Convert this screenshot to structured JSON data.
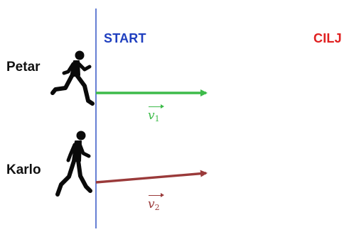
{
  "labels": {
    "start": "START",
    "finish": "CILJ",
    "runner_top": "Petar",
    "runner_bottom": "Karlo",
    "vector_top_symbol": "v",
    "vector_top_subscript": "1",
    "vector_bottom_symbol": "v",
    "vector_bottom_subscript": "2"
  },
  "colors": {
    "start": "#1f3fbf",
    "finish": "#e02020",
    "start_line": "#3f5fc8",
    "vector_top": "#3dbb4a",
    "vector_bottom": "#9a3a3a",
    "runner": "#0a0a0a"
  },
  "icons": {
    "runner_top": "runner-silhouette-icon",
    "runner_bottom": "runner-silhouette-icon"
  }
}
